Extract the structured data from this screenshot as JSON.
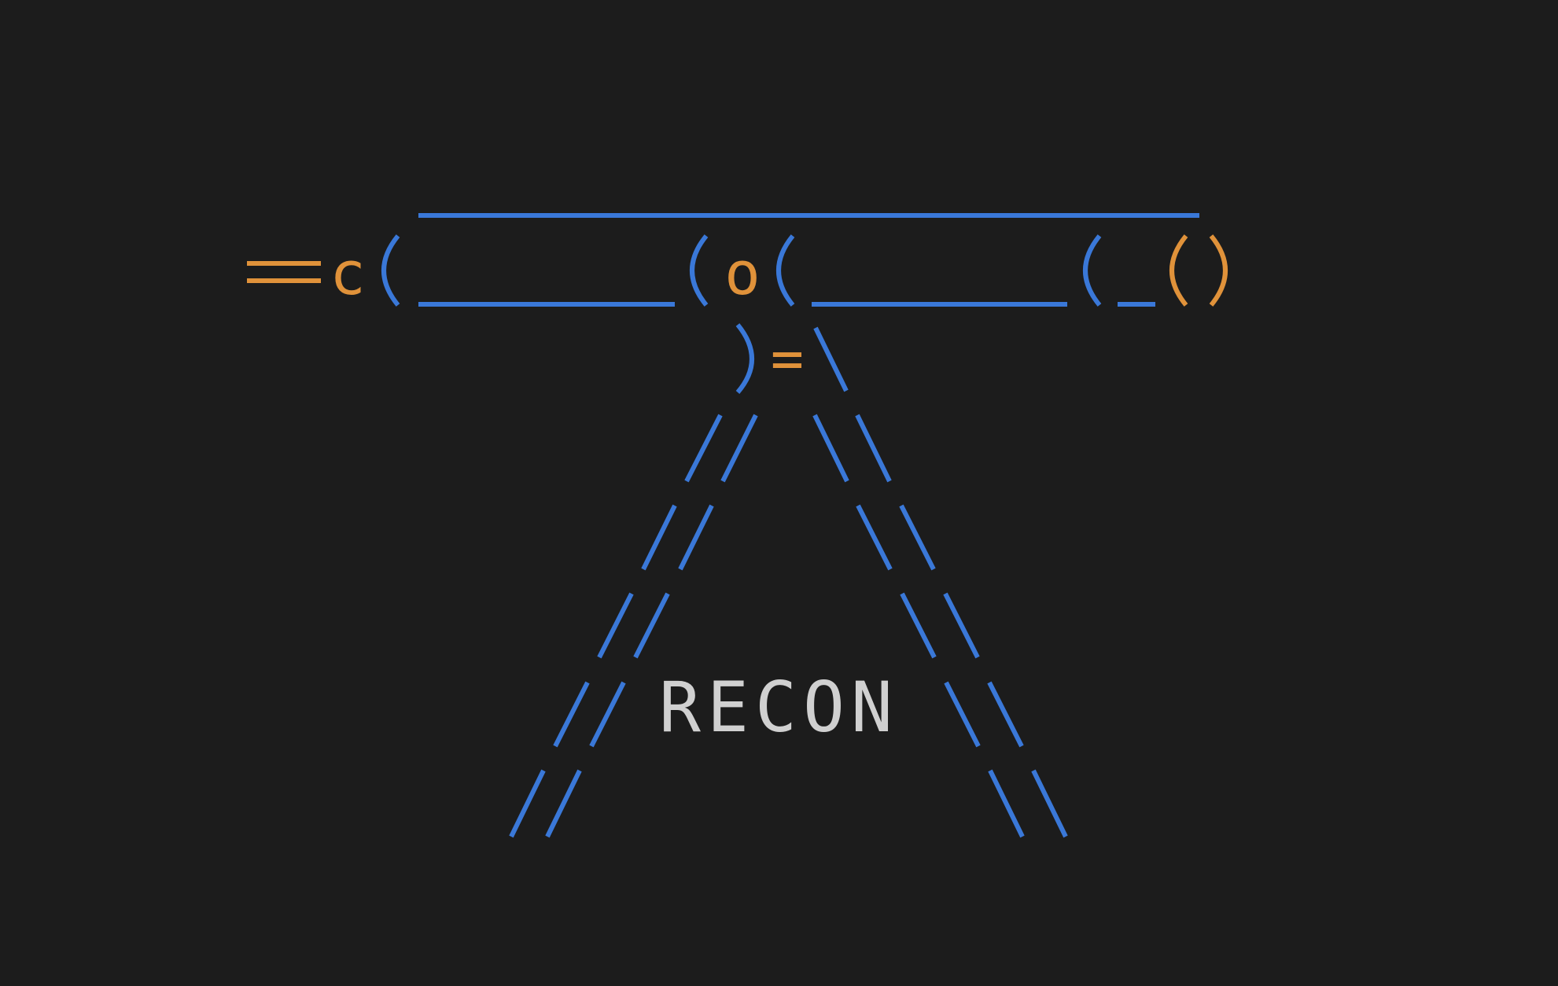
{
  "art": {
    "label": "RECON",
    "glyphs": {
      "stock_mark": "=",
      "c": "c",
      "o": "o",
      "equals": "="
    },
    "colors": {
      "background": "#1c1c1c",
      "blue": "#3a78d8",
      "orange": "#e0923a",
      "label": "#d0d0d0"
    }
  }
}
